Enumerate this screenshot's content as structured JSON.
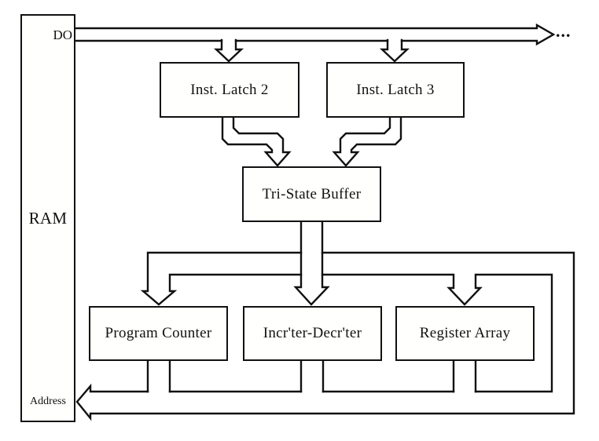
{
  "diagram": {
    "title_hint": "RAM data/address bus block diagram",
    "ram": {
      "label": "RAM",
      "top_port": "DO",
      "bottom_port": "Address"
    },
    "boxes": [
      {
        "id": "inst-latch-2",
        "label": "Inst. Latch 2"
      },
      {
        "id": "inst-latch-3",
        "label": "Inst. Latch 3"
      },
      {
        "id": "tri-state-buffer",
        "label": "Tri-State Buffer"
      },
      {
        "id": "program-counter",
        "label": "Program Counter"
      },
      {
        "id": "incrementer-decrementer",
        "label": "Incr'ter-Decr'ter"
      },
      {
        "id": "register-array",
        "label": "Register Array"
      }
    ],
    "bus_continuation": "...",
    "colors": {
      "line": "#111111",
      "background": "#ffffff",
      "bus_fill": "#fffffd"
    }
  }
}
